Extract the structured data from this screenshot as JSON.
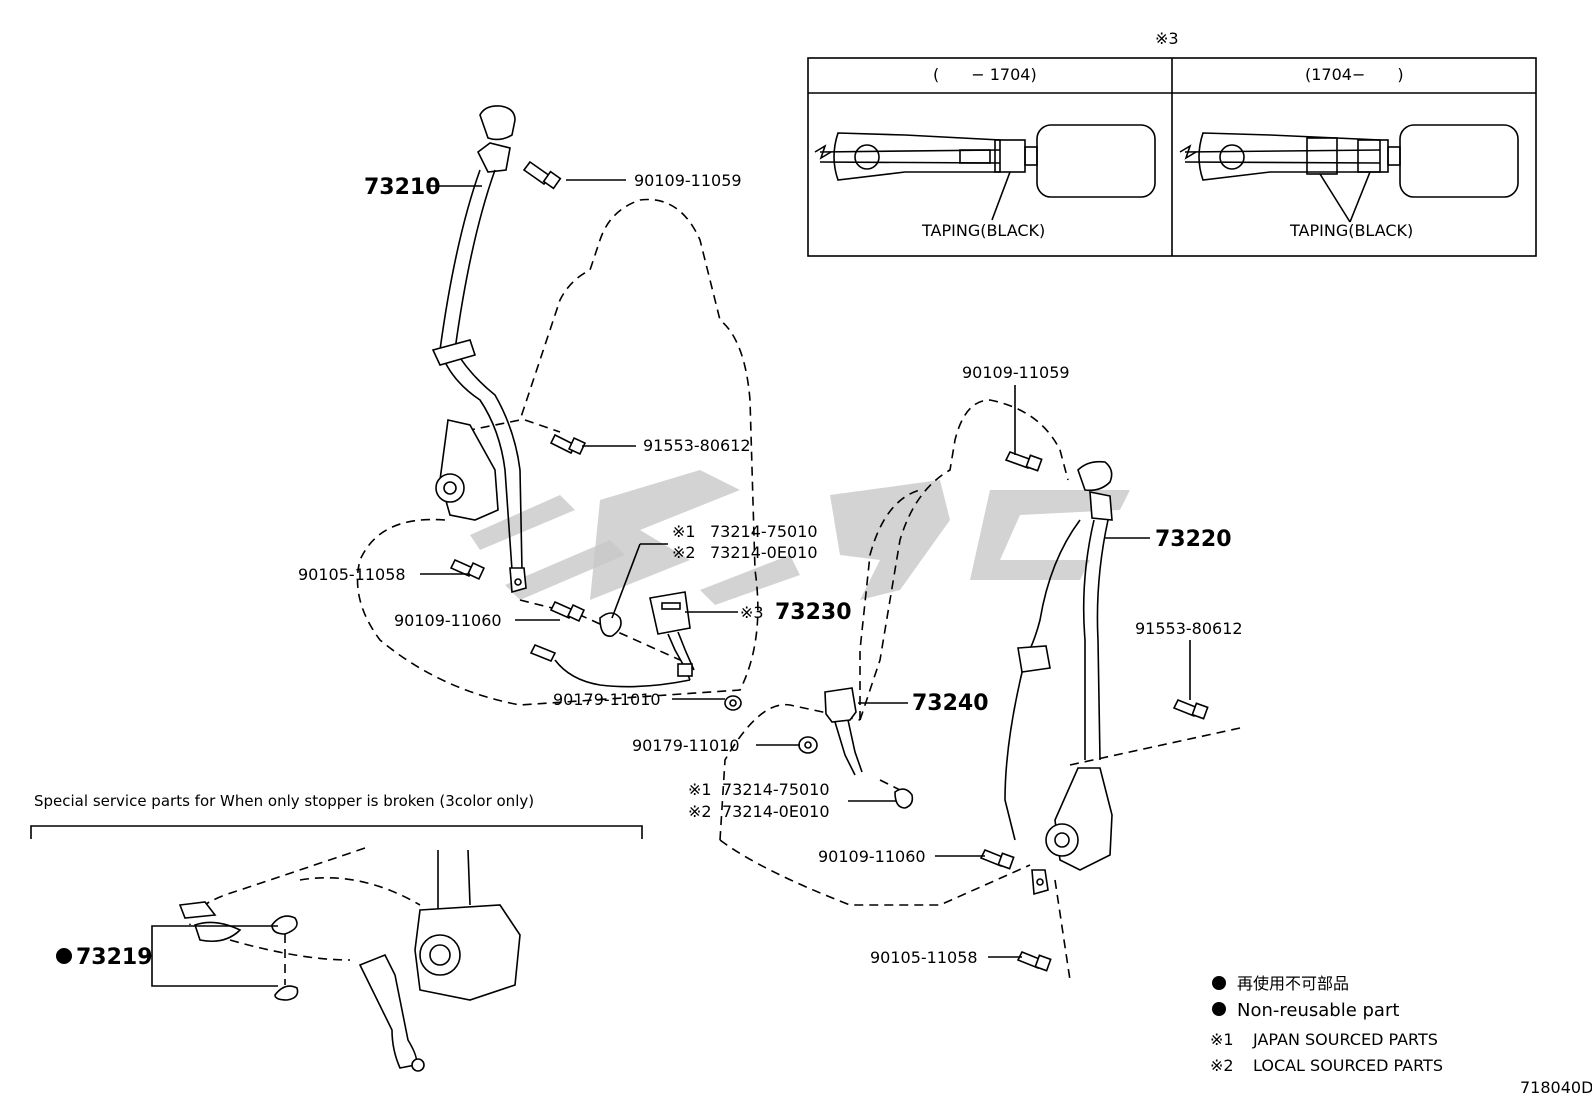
{
  "inset": {
    "marker": "※3",
    "left_col_header": "(　　− 1704)",
    "right_col_header": "(1704−　　)",
    "left_taping_label": "TAPING(BLACK)",
    "right_taping_label": "TAPING(BLACK)"
  },
  "left_assembly": {
    "belt_part": "73210",
    "bolt_upper": "90109-11059",
    "bolt_retractor": "91553-80612",
    "bolt_lower": "90105-11058",
    "bolt_anchor": "90109-11060",
    "nut": "90179-11010",
    "buckle_part": "73230",
    "buckle_marker": "※3",
    "plate_note_1_marker": "※1",
    "plate_note_1_part": "73214-75010",
    "plate_note_2_marker": "※2",
    "plate_note_2_part": "73214-0E010"
  },
  "right_assembly": {
    "belt_part": "73220",
    "bolt_upper": "90109-11059",
    "bolt_retractor": "91553-80612",
    "bolt_anchor": "90109-11060",
    "bolt_lower": "90105-11058",
    "buckle_part": "73240",
    "nut": "90179-11010",
    "plate_note_1_marker": "※1",
    "plate_note_1_part": "73214-75010",
    "plate_note_2_marker": "※2",
    "plate_note_2_part": "73214-0E010"
  },
  "special_service": {
    "title": "Special service parts for When only stopper is broken (3color only)",
    "part": "73219"
  },
  "legend": {
    "non_reusable_jp": "再使用不可部品",
    "non_reusable_en": "Non-reusable part",
    "note1_marker": "※1",
    "note1_text": "JAPAN SOURCED PARTS",
    "note2_marker": "※2",
    "note2_text": "LOCAL SOURCED PARTS"
  },
  "diagram_code": "718040D",
  "colors": {
    "line": "#000000",
    "background": "#ffffff",
    "watermark": "#c8c8c8"
  }
}
